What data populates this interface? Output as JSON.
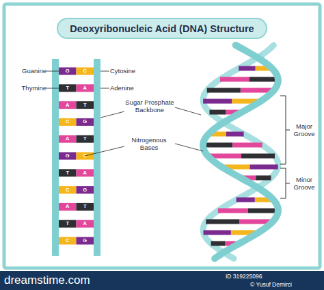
{
  "diagram": {
    "title": "Deoxyribonucleic Acid (DNA) Structure",
    "labels": [
      "Guanine",
      "Cytosine",
      "Thymine",
      "Adenine",
      "G",
      "C",
      "T",
      "A",
      "A",
      "T",
      "C",
      "G",
      "A",
      "T",
      "G",
      "C",
      "T",
      "A",
      "C",
      "G",
      "A",
      "T",
      "T",
      "A",
      "C",
      "G",
      "Sugar Prosphate Backbone",
      "Nitrogenous Bases",
      "Major Groove",
      "Minor Groove",
      "dreamstime.com",
      "ID 319225096",
      "© Yusuf Demirci"
    ]
  }
}
